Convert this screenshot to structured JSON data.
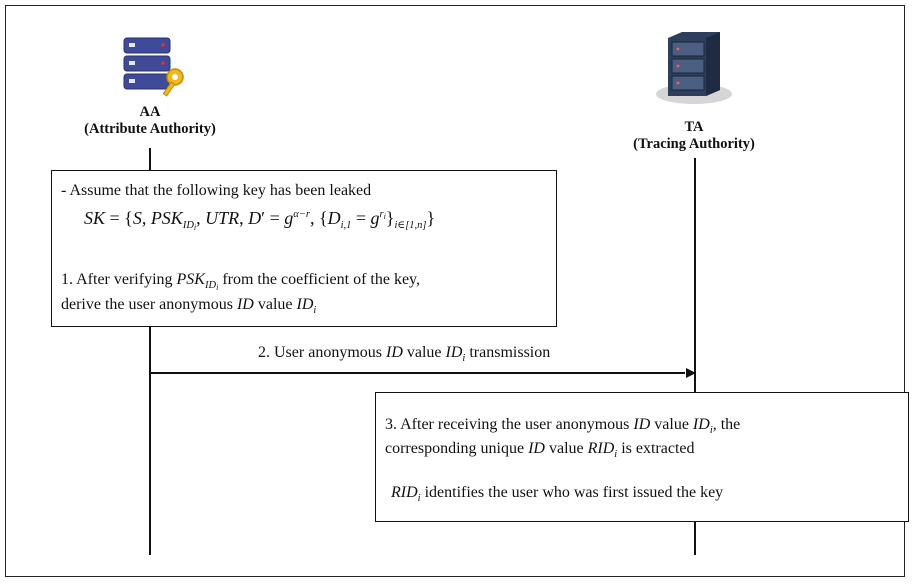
{
  "actors": {
    "aa": {
      "short": "AA",
      "full": "(Attribute Authority)",
      "icon": "server-with-key-icon"
    },
    "ta": {
      "short": "TA",
      "full": "(Tracing Authority)",
      "icon": "server-rack-icon"
    }
  },
  "box1": {
    "assumption": "- Assume that the following key has been leaked",
    "formula_sk": "SK",
    "formula_s": "S",
    "formula_psk": "PSK",
    "formula_id": "ID",
    "formula_i": "i",
    "formula_utr": "UTR",
    "formula_d": "D",
    "formula_g": "g",
    "formula_exp_alpha": "α−r",
    "formula_di1": "D",
    "formula_di1_sub": "i,1",
    "formula_ri": "r",
    "formula_index": "i∈[1,n]",
    "step1_prefix": "1. After verifying",
    "step1_suffix": "from the coefficient of the key,",
    "step1_line2_prefix": "derive the user anonymous",
    "step1_line2_id": "ID",
    "step1_line2_value": "value",
    "step1_line2_idi": "ID"
  },
  "message": {
    "prefix": "2. User anonymous",
    "id": "ID",
    "value": "value",
    "idi": "ID",
    "suffix": "transmission"
  },
  "box3": {
    "line1_prefix": "3. After receiving the user anonymous",
    "line1_id": "ID",
    "line1_value": "value",
    "line1_idi": "ID",
    "line1_suffix": ", the",
    "line2_prefix": "corresponding unique",
    "line2_id": "ID",
    "line2_value": "value",
    "line2_rid": "RID",
    "line2_suffix": "is extracted",
    "line3_rid": "RID",
    "line3_suffix": "identifies the user who was first issued the key"
  }
}
